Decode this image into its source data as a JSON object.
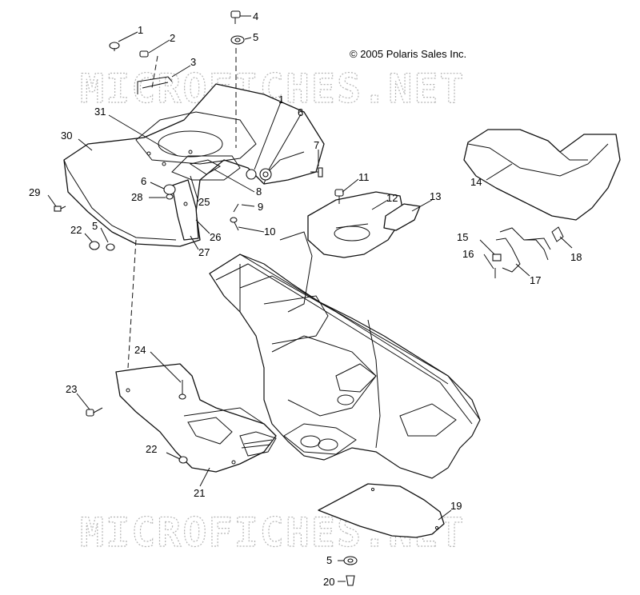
{
  "copyright": "© 2005 Polaris Sales Inc.",
  "watermark": "MICROFICHES.NET",
  "callouts": [
    "1",
    "2",
    "3",
    "4",
    "5",
    "1",
    "6",
    "7",
    "31",
    "30",
    "6",
    "28",
    "25",
    "8",
    "9",
    "10",
    "11",
    "12",
    "13",
    "14",
    "29",
    "22",
    "5",
    "26",
    "27",
    "15",
    "16",
    "17",
    "18",
    "24",
    "23",
    "22",
    "21",
    "19",
    "5",
    "20"
  ]
}
